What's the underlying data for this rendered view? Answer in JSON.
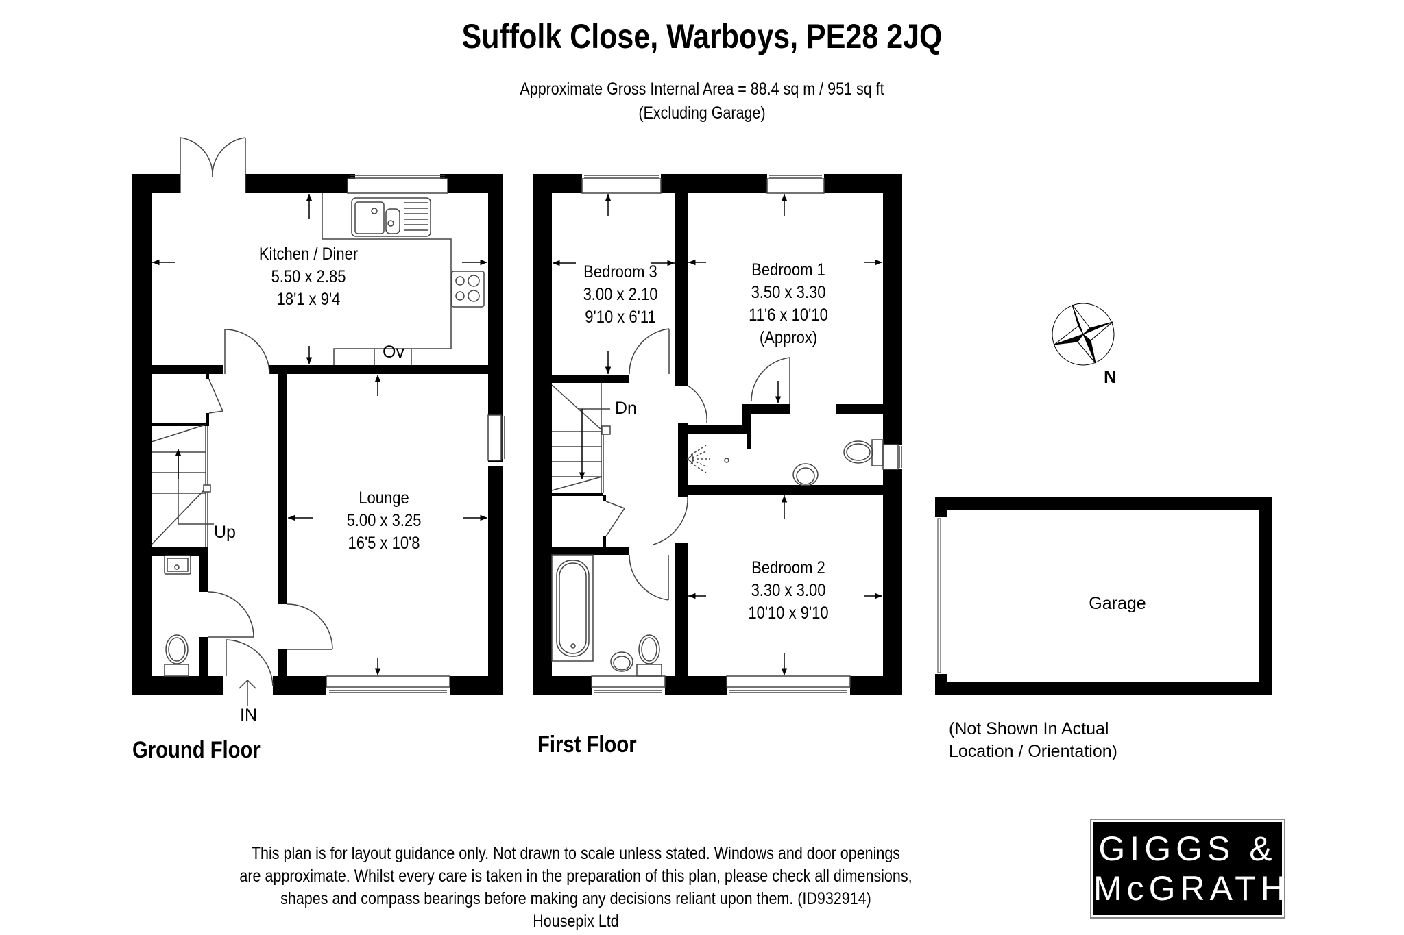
{
  "header": {
    "title": "Suffolk Close, Warboys, PE28 2JQ",
    "area_line": "Approximate Gross Internal Area = 88.4 sq m / 951 sq ft",
    "area_note": "(Excluding Garage)"
  },
  "ground_floor": {
    "label": "Ground Floor",
    "rooms": [
      {
        "name": "Kitchen / Diner",
        "metric": "5.50 x 2.85",
        "imperial": "18'1 x 9'4"
      },
      {
        "name": "Lounge",
        "metric": "5.00 x 3.25",
        "imperial": "16'5 x 10'8"
      }
    ],
    "annotations": {
      "oven": "Ov",
      "stairs": "Up",
      "entrance": "IN"
    }
  },
  "first_floor": {
    "label": "First Floor",
    "rooms": [
      {
        "name": "Bedroom 3",
        "metric": "3.00 x 2.10",
        "imperial": "9'10 x 6'11"
      },
      {
        "name": "Bedroom 1",
        "metric": "3.50 x 3.30",
        "imperial": "11'6 x 10'10",
        "note": "(Approx)"
      },
      {
        "name": "Bedroom 2",
        "metric": "3.30 x 3.00",
        "imperial": "10'10 x 9'10"
      }
    ],
    "annotations": {
      "stairs": "Dn"
    }
  },
  "garage": {
    "name": "Garage",
    "note_line1": "(Not Shown In Actual",
    "note_line2": "Location / Orientation)"
  },
  "compass": {
    "label": "N",
    "icon": "compass-rose-icon"
  },
  "footer": {
    "line1": "This plan is for layout guidance only. Not drawn to scale unless stated. Windows and door openings",
    "line2": "are approximate. Whilst every care is taken in the preparation of this plan, please check all dimensions,",
    "line3": "shapes and compass bearings before making any decisions reliant upon them. (ID932914)",
    "line4": "Housepix Ltd"
  },
  "logo": {
    "line1": "GIGGS &",
    "line2": "McGRATH",
    "bg_color": "#000000",
    "text_color": "#ffffff"
  },
  "colors": {
    "wall": "#000000",
    "line": "#555555",
    "background": "#ffffff"
  }
}
